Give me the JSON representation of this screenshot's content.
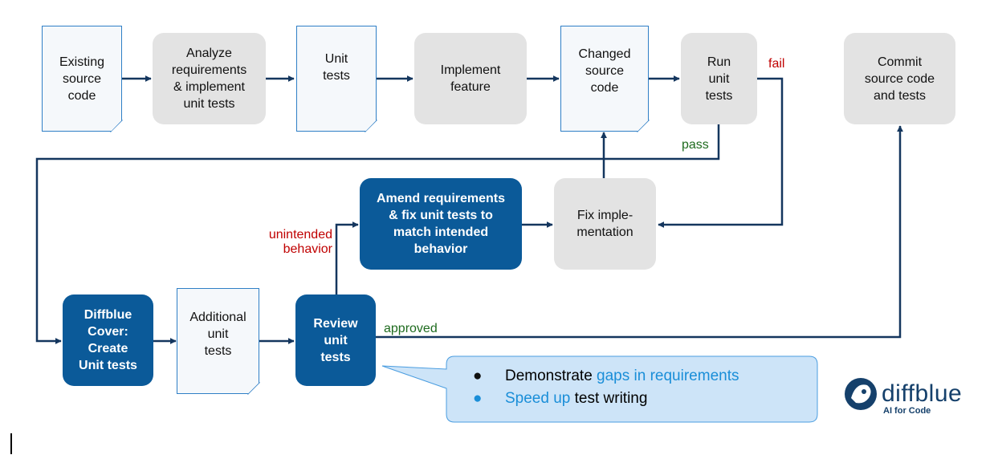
{
  "nodes": {
    "existing_source_code": {
      "label": "Existing\nsource\ncode"
    },
    "analyze_requirements": {
      "label": "Analyze\nrequirements\n& implement\nunit tests"
    },
    "unit_tests": {
      "label": "Unit\ntests"
    },
    "implement_feature": {
      "label": "Implement\nfeature"
    },
    "changed_source_code": {
      "label": "Changed\nsource\ncode"
    },
    "run_unit_tests": {
      "label": "Run\nunit\ntests"
    },
    "commit": {
      "label": "Commit\nsource code\nand tests"
    },
    "amend_requirements": {
      "label": "Amend requirements\n& fix unit tests to\nmatch intended\nbehavior"
    },
    "fix_implementation": {
      "label": "Fix imple-\nmentation"
    },
    "diffblue_cover": {
      "label": "Diffblue\nCover:\nCreate\nUnit tests"
    },
    "additional_unit_tests": {
      "label": "Additional\nunit\ntests"
    },
    "review_unit_tests": {
      "label": "Review\nunit\ntests"
    }
  },
  "edge_labels": {
    "fail": "fail",
    "pass": "pass",
    "unintended": "unintended\nbehavior",
    "approved": "approved"
  },
  "callout": {
    "bullet_glyph": "●",
    "line1_pre": "Demonstrate ",
    "line1_hl": "gaps in requirements",
    "line2_hl": "Speed up",
    "line2_post": " test writing"
  },
  "logo": {
    "name": "diffblue",
    "tagline": "AI for Code",
    "icon": "diffblue-logo-icon"
  },
  "colors": {
    "primary_blue": "#0b5a99",
    "grey_box": "#e3e3e3",
    "arrow": "#14365e",
    "fail": "#c00000",
    "pass": "#1e6b1e",
    "highlight": "#1a8ed8",
    "callout_fill": "#cde4f8"
  }
}
